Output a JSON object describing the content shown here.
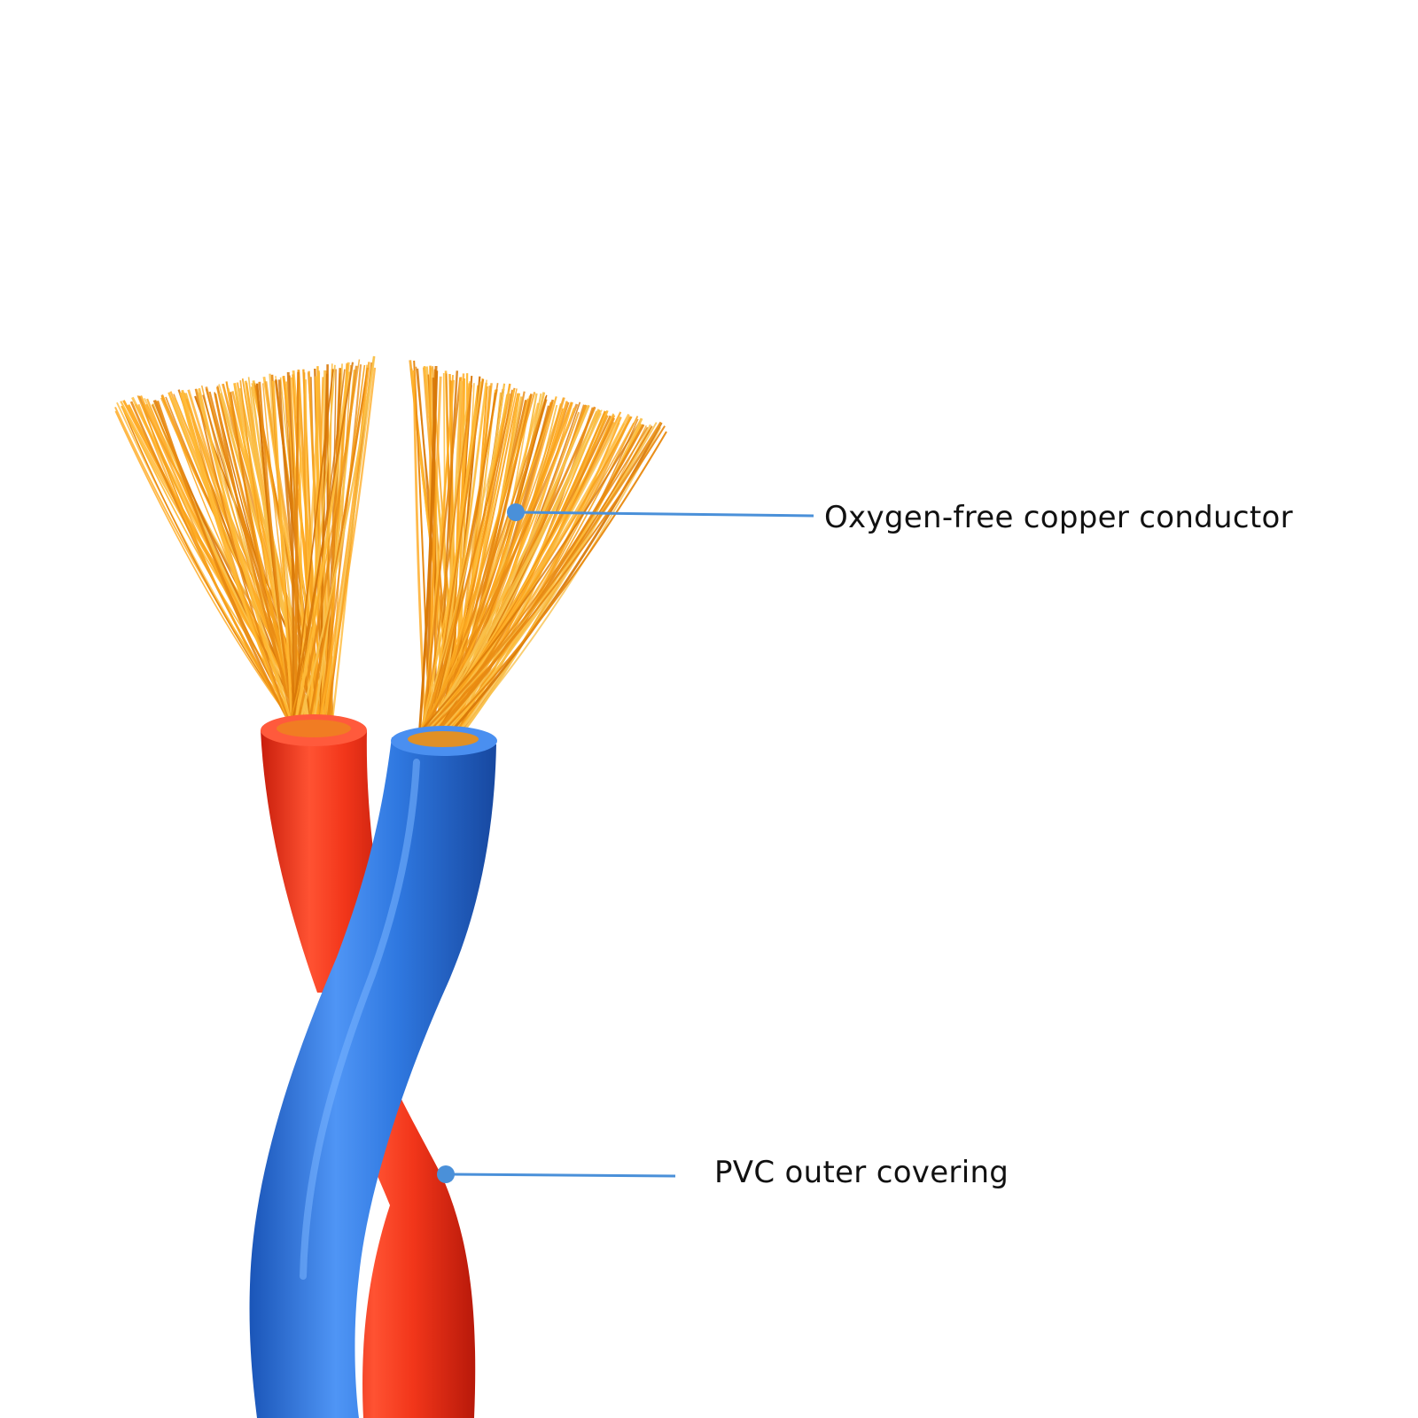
{
  "callouts": {
    "conductor": {
      "label": "Oxygen-free copper conductor"
    },
    "covering": {
      "label": "PVC outer covering"
    }
  },
  "colors": {
    "background": "#ffffff",
    "leader_line": "#4a90d9",
    "leader_dot": "#4a90d9",
    "copper": "#f0a020",
    "red_insulation": "#f2361a",
    "blue_insulation": "#2f78e0",
    "label_text": "#111111"
  },
  "illustration": {
    "subject": "twisted-pair-wire",
    "wires": [
      "red",
      "blue"
    ]
  }
}
